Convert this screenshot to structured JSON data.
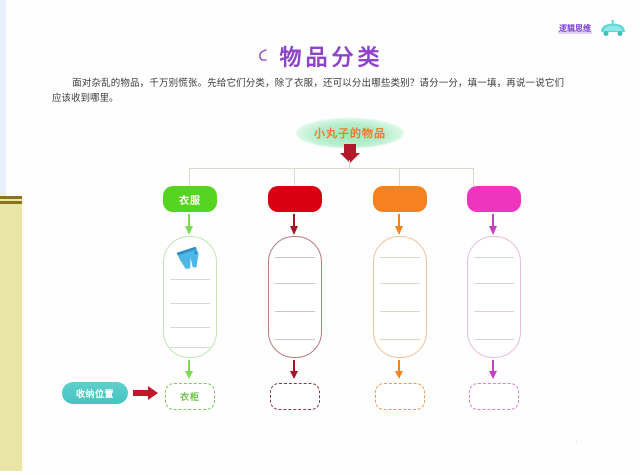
{
  "header": {
    "logo_text": "逻辑思维",
    "logo_icon": "car-icon",
    "title": "物品分类",
    "title_deco_icon": "swirl-icon"
  },
  "instructions": {
    "line1": "面对杂乱的物品，千万别慌张。先给它们分类，除了衣服，还可以分出哪些类别？请分一分，填一填，再说一说它们应该收",
    "line2": "到哪里。"
  },
  "diagram": {
    "root": {
      "label": "小丸子的物品",
      "shape": "cloud",
      "text_color": "#f07b2a",
      "fill_color": "#b7eecd"
    },
    "arrow_root_color": "#b3172a",
    "connector_color": "#ddd9cf",
    "categories": [
      {
        "label": "衣服",
        "fill_color": "#57d420",
        "line_color": "#9fdc8e",
        "arrow_color": "#7ed957",
        "box_border": "#bfe6b4",
        "list_line_color": "#d8d8d8",
        "icon": "jeans-icon",
        "lines": 4,
        "bottom_label": "衣柜",
        "bottom_border": "#7ec85a",
        "bottom_text_color": "#6cc14e"
      },
      {
        "label": "",
        "fill_color": "#d80012",
        "line_color": "#b0444a",
        "arrow_color": "#a31322",
        "box_border": "#b97b7f",
        "list_line_color": "#cfc3c3",
        "icon": "",
        "lines": 4,
        "bottom_label": "",
        "bottom_border": "#8e3a44",
        "bottom_text_color": "#8e3a44"
      },
      {
        "label": "",
        "fill_color": "#f5821f",
        "line_color": "#e8b886",
        "arrow_color": "#ef8421",
        "box_border": "#edc49b",
        "list_line_color": "#e2d4c6",
        "icon": "",
        "lines": 4,
        "bottom_label": "",
        "bottom_border": "#ee9a4d",
        "bottom_text_color": "#ee9a4d"
      },
      {
        "label": "",
        "fill_color": "#ef35c0",
        "line_color": "#e3a8d8",
        "arrow_color": "#c042c0",
        "box_border": "#e7bedd",
        "list_line_color": "#ded0da",
        "icon": "",
        "lines": 4,
        "bottom_label": "",
        "bottom_border": "#de7fd0",
        "bottom_text_color": "#de7fd0"
      }
    ],
    "storage_row": {
      "label": "收纳位置",
      "pill_color": "#4cc6c3",
      "arrow_color": "#c0172a",
      "arrow_icon": "right-arrow-icon"
    }
  }
}
